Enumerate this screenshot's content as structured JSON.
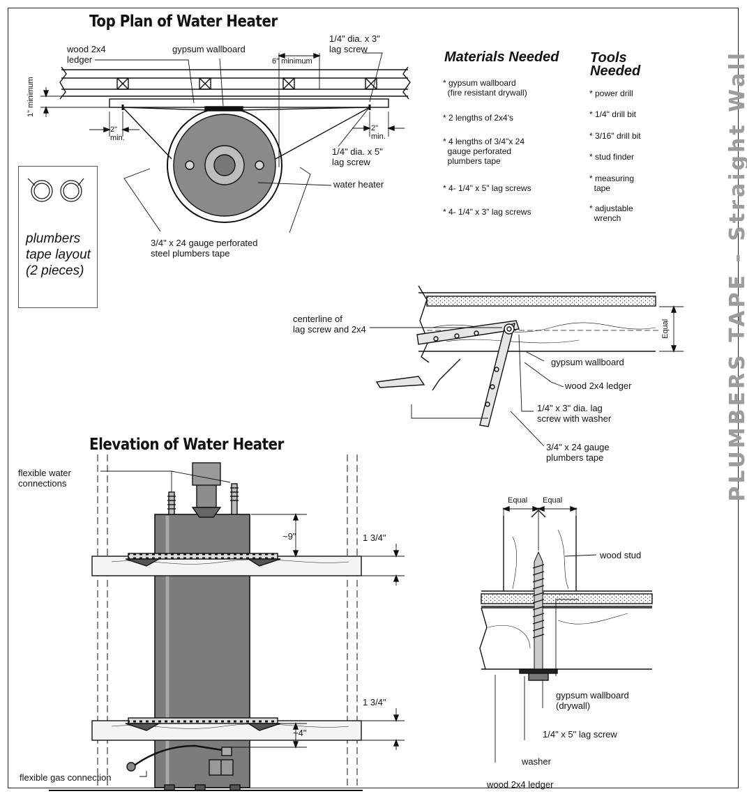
{
  "top_plan": {
    "title": "Top Plan of Water Heater",
    "labels": {
      "wood_ledger": "wood 2x4\nledger",
      "gypsum": "gypsum wallboard",
      "lag3": "1/4\" dia. x 3\"\nlag screw",
      "six_min": "6\" minimum",
      "one_min": "1\" minimum",
      "two_min_left": "2\"\nmin.",
      "two_min_right": "2\"\nmin.",
      "lag5": "1/4\" dia. x 5\"\nlag screw",
      "water_heater": "water heater",
      "tape": "3/4\" x 24 gauge perforated\nsteel plumbers tape"
    }
  },
  "tape_layout": "plumbers tape layout (2 pieces)",
  "materials": {
    "heading": "Materials Needed",
    "items": [
      "* gypsum wallboard\n  (fire resistant drywall)",
      "* 2 lengths of 2x4's",
      "* 4 lengths of 3/4\"x 24\n  gauge perforated\n  plumbers tape",
      "* 4- 1/4\" x 5\" lag screws",
      "* 4- 1/4\" x 3\" lag screws"
    ]
  },
  "tools": {
    "heading": "Tools\nNeeded",
    "items": [
      "* power drill",
      "* 1/4\" drill bit",
      "* 3/16\" drill bit",
      "* stud finder",
      "* measuring\n  tape",
      "* adjustable\n  wrench"
    ]
  },
  "side_title": "PLUMBERS TAPE - Straight Wall",
  "detail_tape": {
    "centerline": "centerline of\nlag screw and 2x4",
    "equal": "Equal",
    "gypsum": "gypsum wallboard",
    "ledger": "wood 2x4 ledger",
    "lag": "1/4\" x 3\" dia. lag\nscrew with washer",
    "tape": "3/4\" x 24 gauge\nplumbers tape"
  },
  "elevation": {
    "title": "Elevation of Water Heater",
    "flex_water": "flexible water\nconnections",
    "nine": "~9\"",
    "dim_top": "1 3/4\"",
    "dim_bottom": "1 3/4\"",
    "four": "~4\"",
    "gas": "flexible gas connection"
  },
  "detail_screw": {
    "equal_left": "Equal",
    "equal_right": "Equal",
    "stud": "wood stud",
    "gypsum": "gypsum wallboard\n(drywall)",
    "lag": "1/4\" x 5\" lag screw",
    "washer": "washer",
    "ledger": "wood 2x4 ledger"
  },
  "colors": {
    "tank": "#7a7a7a",
    "side_title": "#9c9c9c",
    "line": "#111111"
  }
}
